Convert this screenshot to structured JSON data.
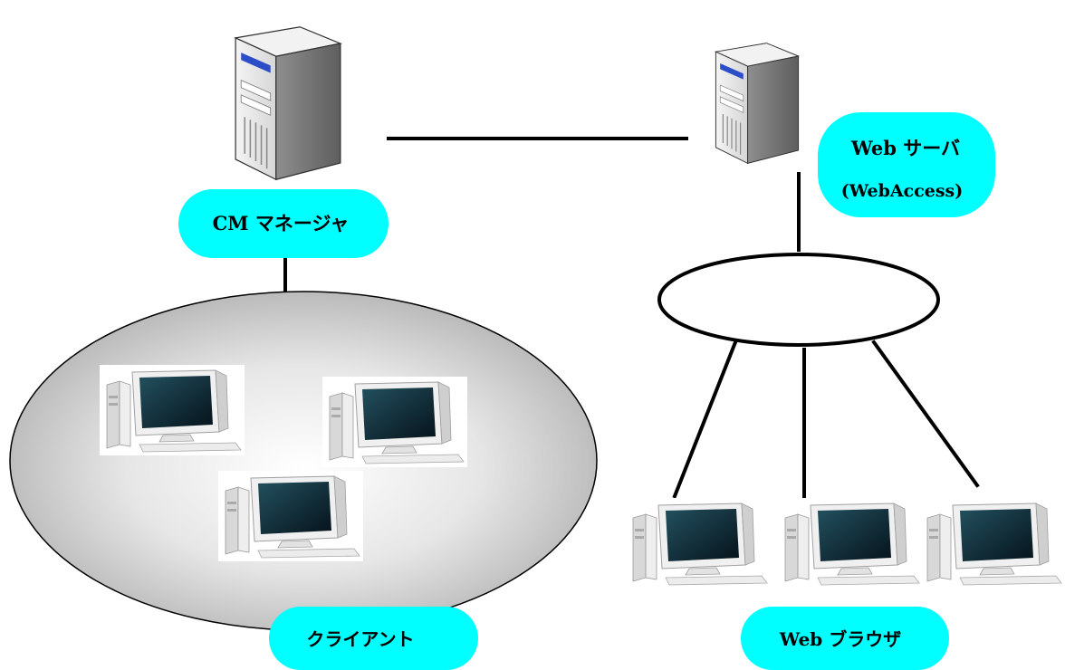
{
  "labels": {
    "cm_manager": "CM マネージャ",
    "web_server_line1": "Web サーバ",
    "web_server_line2": "(WebAccess)",
    "client": "クライアント",
    "web_browser": "Web ブラウザ"
  },
  "colors": {
    "label_bg": "#00ffff",
    "line": "#000000",
    "cluster_fill_center": "#ffffff",
    "cluster_fill_edge": "#b8b8b8",
    "server_body": "#e8e8e8",
    "server_side": "#9a9a9a",
    "server_badge": "#2b4ec8",
    "monitor_screen": "#0d2a3a"
  },
  "icons": {
    "server": "server-tower-icon",
    "computer": "desktop-computer-icon",
    "network": "network-hub-ellipse"
  }
}
